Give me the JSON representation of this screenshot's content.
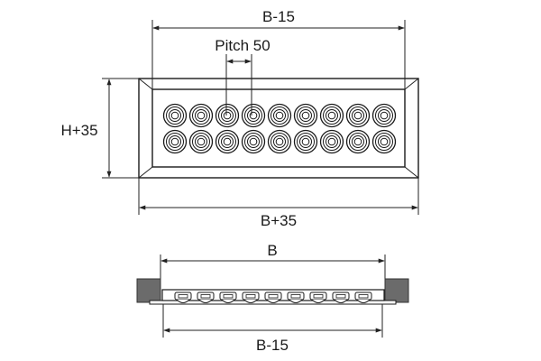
{
  "top_view": {
    "width_top_label": "B-15",
    "pitch_label": "Pitch 50",
    "height_label": "H+35",
    "width_bottom_label": "B+35",
    "rows": 2,
    "columns": 9
  },
  "section_view": {
    "width_top_label": "B",
    "width_bottom_label": "B-15",
    "connectors": 9
  },
  "colors": {
    "line": "#1a1a1a",
    "wall": "#6b6b6b",
    "pad": "#f2f2f2"
  }
}
